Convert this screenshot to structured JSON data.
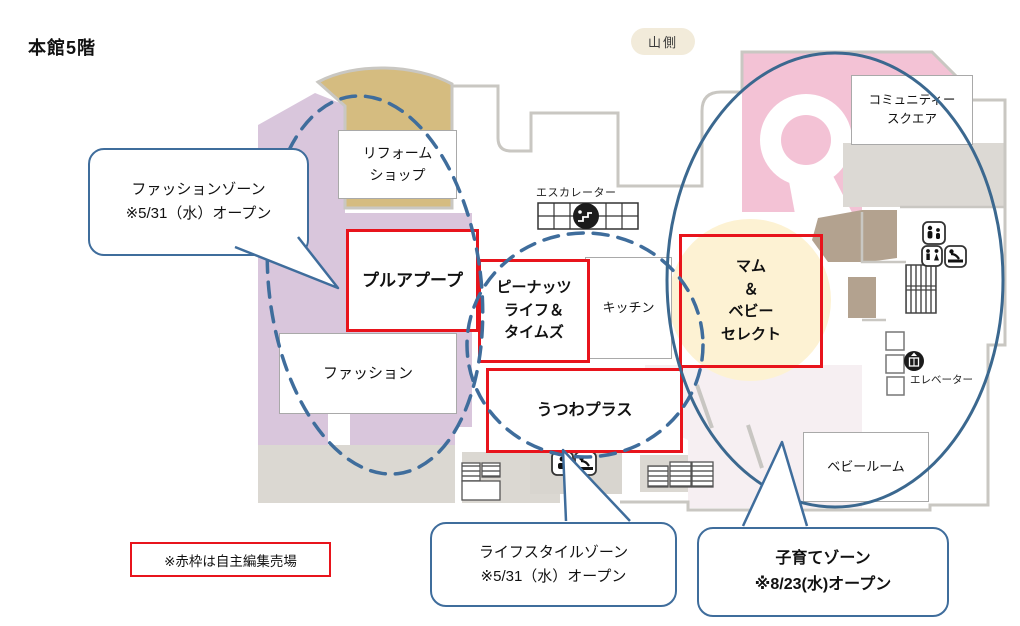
{
  "title": "本館5階",
  "side_label": "山側",
  "note": "※赤枠は自主編集売場",
  "shops": {
    "reform_shop": "リフォーム\nショップ",
    "fashion": "ファッション",
    "kitchen": "キッチン",
    "community_square": "コミュニティー\nスクエア",
    "baby_room": "ベビールーム"
  },
  "red_shops": {
    "pull_a_poop": "プルアプープ",
    "peanuts_life_times": "ピーナッツ\nライフ＆\nタイムズ",
    "utsuwa_plus": "うつわプラス",
    "mom_baby_select": "マム\n＆\nベビー\nセレクト"
  },
  "facilities": {
    "escalator": "エスカレーター",
    "elevator": "エレベーター"
  },
  "callouts": {
    "fashion_zone": "ファッションゾーン\n※5/31（水）オープン",
    "lifestyle_zone": "ライフスタイルゾーン\n※5/31（水）オープン",
    "childcare_zone": "子育てゾーン\n※8/23(水)オープン"
  },
  "icons": [
    "family-icon",
    "restroom-icon",
    "diaper-station-icon",
    "elevator-icon",
    "escalator-icon",
    "stairs-icon"
  ],
  "colors": {
    "red_frame": "#e8141c",
    "zone_blue": "#3f6d9c",
    "lavender_area": "#d9c6dc",
    "tan_area": "#d5bc80",
    "pink_area": "#f3c2d5",
    "light_pink_area": "#f6eff2",
    "cream_circle": "#fdf2d3",
    "taupe_area": "#b3a28f",
    "gray_area": "#dbd8d2",
    "outline_gray": "#c9c7c2",
    "pill_beige": "#f2ebda"
  }
}
